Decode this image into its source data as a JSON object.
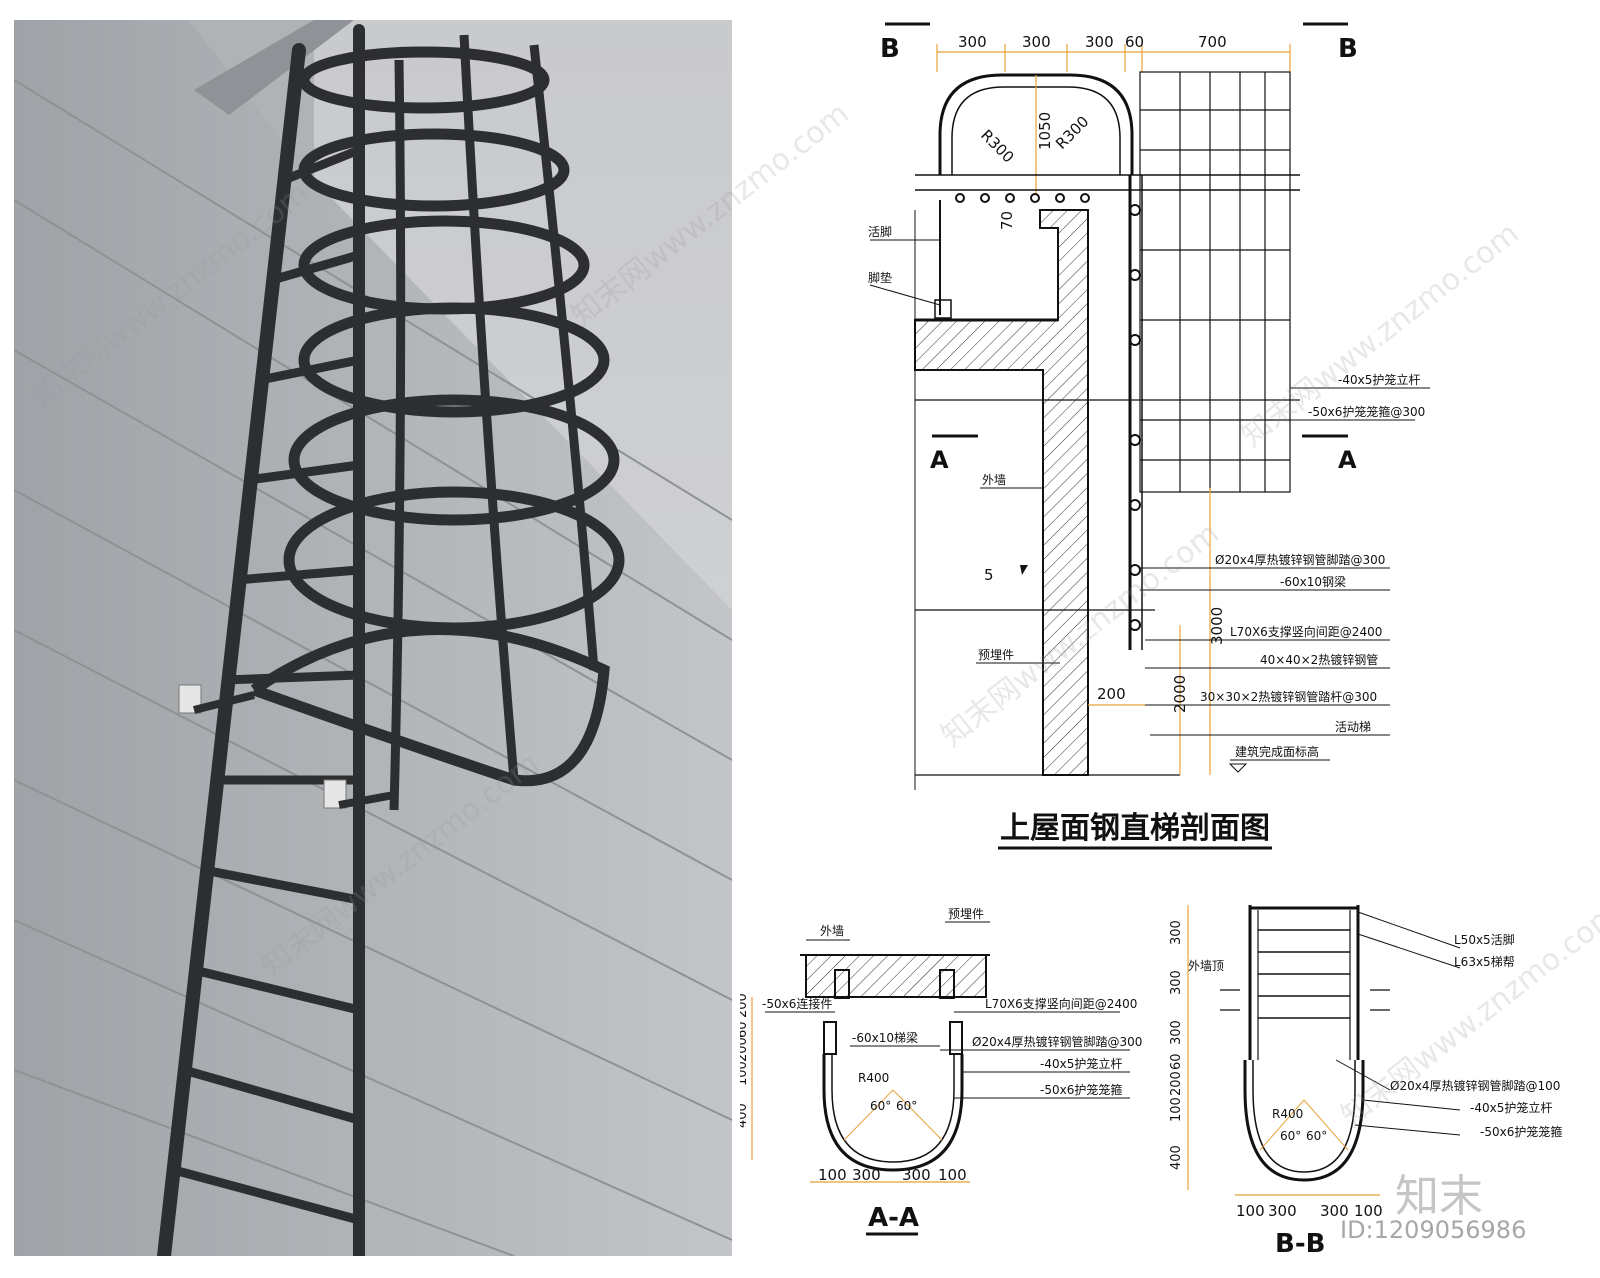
{
  "main": {
    "title": "上屋面钢直梯剖面图",
    "section_b_left": "B",
    "section_b_right": "B",
    "section_a_left": "A",
    "section_a_right": "A",
    "section_aa_title": "A-A",
    "section_bb_title": "B-B"
  },
  "top_dims": [
    "300",
    "300",
    "300",
    "60",
    "700"
  ],
  "radius_labels": [
    "R300",
    "R300"
  ],
  "dim_1050": "1050",
  "dim_70": "70",
  "dim_200": "200",
  "dim_3000": "3000",
  "dim_2000": "2000",
  "weld_symbol": "5",
  "left_notes": {
    "hinge": "活脚",
    "pad": "脚垫",
    "wall": "外墙",
    "embed": "预埋件"
  },
  "right_notes": [
    "-40x5护笼立杆",
    "-50x6护笼笼箍@300",
    "Ø20x4厚热镀锌钢管脚踏@300",
    "-60x10钢梁",
    "L70X6支撑竖向间距@2400",
    "40×40×2热镀锌钢管",
    "30×30×2热镀锌钢管踏杆@300",
    "活动梯",
    "建筑完成面标高"
  ],
  "aa": {
    "wall": "外墙",
    "embed": "预埋件",
    "notes": [
      "-50x6连接件",
      "-60x10梯梁",
      "L70X6支撑竖向间距@2400",
      "Ø20x4厚热镀锌钢管脚踏@300",
      "-40x5护笼立杆",
      "-50x6护笼笼箍"
    ],
    "radius": "R400",
    "angle_left": "60°",
    "angle_right": "60°",
    "vdims": [
      "200",
      "60",
      "200",
      "100",
      "400"
    ],
    "hdims": [
      "100",
      "300",
      "300",
      "100"
    ]
  },
  "bb": {
    "wall_top": "外墙顶",
    "notes": [
      "L50x5活脚",
      "L63x5梯帮",
      "Ø20x4厚热镀锌钢管脚踏@100",
      "-40x5护笼立杆",
      "-50x6护笼笼箍"
    ],
    "radius": "R400",
    "angle_left": "60°",
    "angle_right": "60°",
    "vdims": [
      "300",
      "300",
      "300",
      "60",
      "200",
      "100",
      "400"
    ],
    "hdims": [
      "100",
      "300",
      "300",
      "100"
    ]
  },
  "watermark_text": "知末网www.znzmo.com",
  "logo_text": "知末",
  "image_id": "ID:1209056986",
  "colors": {
    "dim_orange": "#e8a23a",
    "line": "#111111",
    "photo_steel": "#2c2e30"
  }
}
